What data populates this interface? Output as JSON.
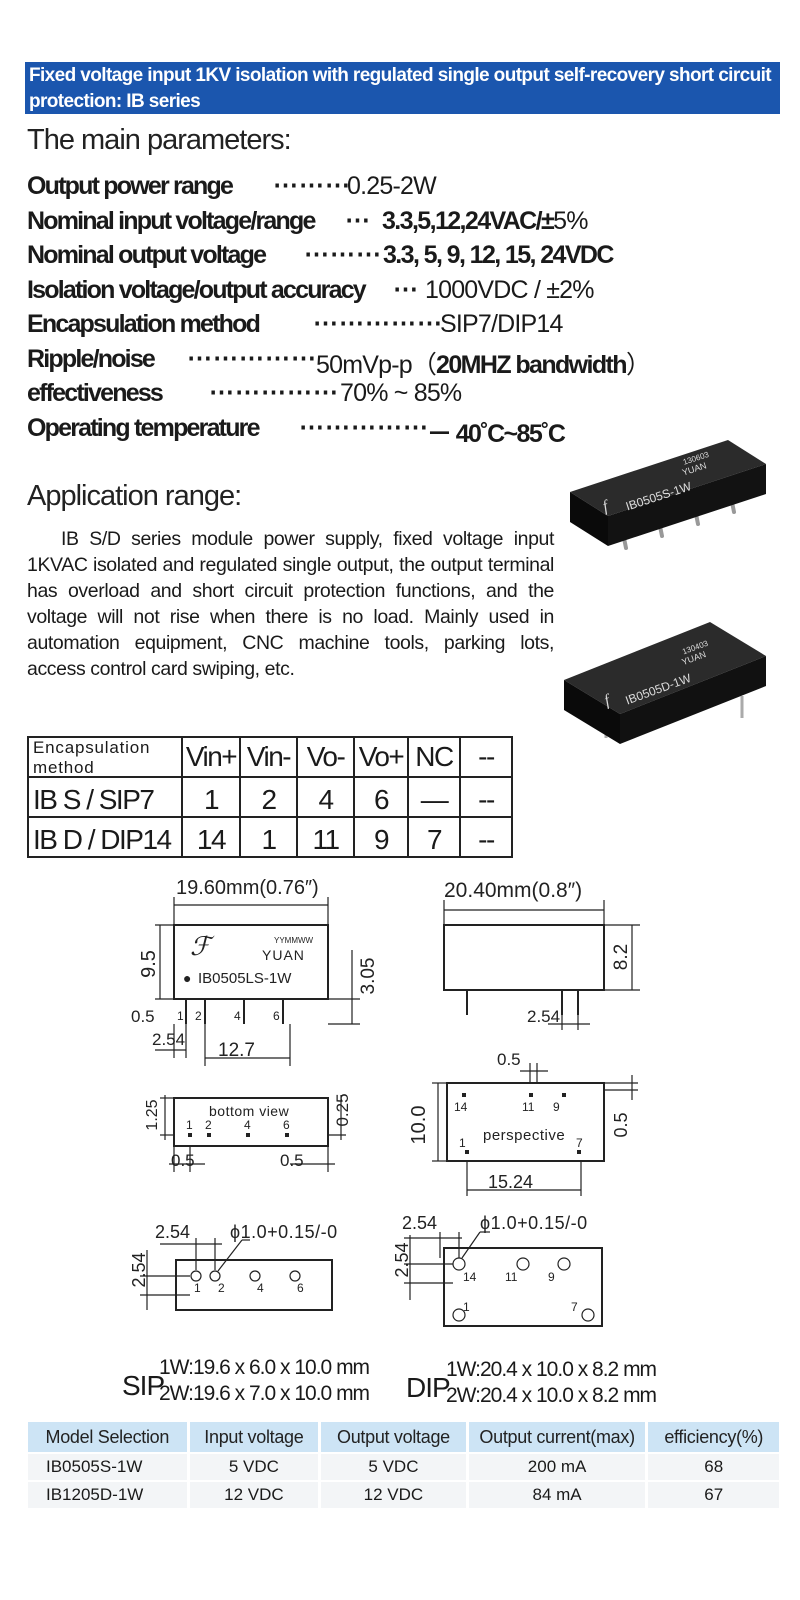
{
  "banner": "Fixed voltage input 1KV isolation with regulated single output self-recovery short circuit protection: IB series",
  "main_heading": "The main parameters:",
  "params": [
    {
      "label": "Output power range",
      "dots": "⋯⋯⋯",
      "value": "0.25-2W",
      "bold_value": ""
    },
    {
      "label": "Nominal input voltage/range",
      "dots": "⋯",
      "value": "",
      "bold_value": "3.3,5,12,24VAC/±",
      "tail": "5%"
    },
    {
      "label": "Nominal output voltage",
      "dots": "⋯⋯⋯",
      "value": "",
      "bold_value": "3.3, 5, 9, 12, 15, 24VDC"
    },
    {
      "label": "Isolation voltage/output accuracy",
      "dots": "⋯",
      "value": "1000VDC / ±2%",
      "bold_value": ""
    },
    {
      "label": "Encapsulation method",
      "dots": "⋯⋯⋯⋯⋯",
      "value": "SIP7/DIP14",
      "bold_value": ""
    },
    {
      "label": "Ripple/noise",
      "dots": "⋯⋯⋯⋯⋯",
      "value": "50mVp-p（",
      "bold_value": "20MHZ bandwidth",
      "tail": "）"
    },
    {
      "label": "effectiveness",
      "dots": "⋯⋯⋯⋯⋯",
      "value": "70% ~ 85%",
      "bold_value": ""
    },
    {
      "label": "Operating temperature",
      "dots": "⋯⋯⋯⋯⋯",
      "value": "",
      "bold_value": "－ 40˚C~85˚C"
    }
  ],
  "app_heading": "Application range:",
  "app_text": "IB S/D series module power supply, fixed voltage input 1KVAC isolated and regulated single output, the output terminal has overload and short circuit protection functions, and the voltage will not rise when there is no load. Mainly used in automation equipment, CNC machine tools, parking lots, access control card swiping, etc.",
  "products": [
    {
      "brand_code": "130603",
      "brand": "YUAN",
      "model": "IB0505S-1W"
    },
    {
      "brand_code": "130403",
      "brand": "YUAN",
      "model": "IB0505D-1W"
    }
  ],
  "pin_table": {
    "headers": [
      "Encapsulation method",
      "Vin+",
      "Vin-",
      "Vo-",
      "Vo+",
      "NC",
      "--"
    ],
    "rows": [
      [
        "IB S / SIP7",
        "1",
        "2",
        "4",
        "6",
        "—",
        "--"
      ],
      [
        "IB D / DIP14",
        "14",
        "1",
        "11",
        "9",
        "7",
        "--"
      ]
    ]
  },
  "drawings": {
    "sip_width": "19.60mm(0.76″)",
    "dip_width": "20.40mm(0.8″)",
    "sip_height": "9.5",
    "sip_pin_len": "3.05",
    "dip_height": "8.2",
    "sip_label_code": "YYMMWW",
    "sip_label_brand": "YUAN",
    "sip_label_model": "IB0505LS-1W",
    "pin_pitch": "2.54",
    "pin_offset": "0.5",
    "sip_span": "12.7",
    "bottom_view": "bottom  view",
    "bv_left": "1.25",
    "bv_right": "0.25",
    "dip_top": "0.5",
    "dip_side": "10.0",
    "dip_right": "0.5",
    "perspective": "perspective",
    "dip_span": "15.24",
    "hole": "ϕ1.0+0.15/-0",
    "pins_sip": [
      "1",
      "2",
      "4",
      "6"
    ],
    "pins_dip_top": [
      "14",
      "11",
      "9"
    ],
    "pins_dip_bottom": [
      "1",
      "7"
    ]
  },
  "packages": [
    {
      "name": "SIP",
      "line1": "1W:19.6 x 6.0 x 10.0 mm",
      "line2": "2W:19.6 x 7.0 x 10.0 mm"
    },
    {
      "name": "DIP",
      "line1": "1W:20.4 x 10.0 x 8.2 mm",
      "line2": "2W:20.4 x 10.0 x 8.2 mm"
    }
  ],
  "model_table": {
    "headers": [
      "Model Selection",
      "Input voltage",
      "Output voltage",
      "Output current(max)",
      "efficiency(%)"
    ],
    "rows": [
      [
        "IB0505S-1W",
        "5 VDC",
        "5 VDC",
        "200 mA",
        "68"
      ],
      [
        "IB1205D-1W",
        "12 VDC",
        "12 VDC",
        "84 mA",
        "67"
      ]
    ]
  }
}
